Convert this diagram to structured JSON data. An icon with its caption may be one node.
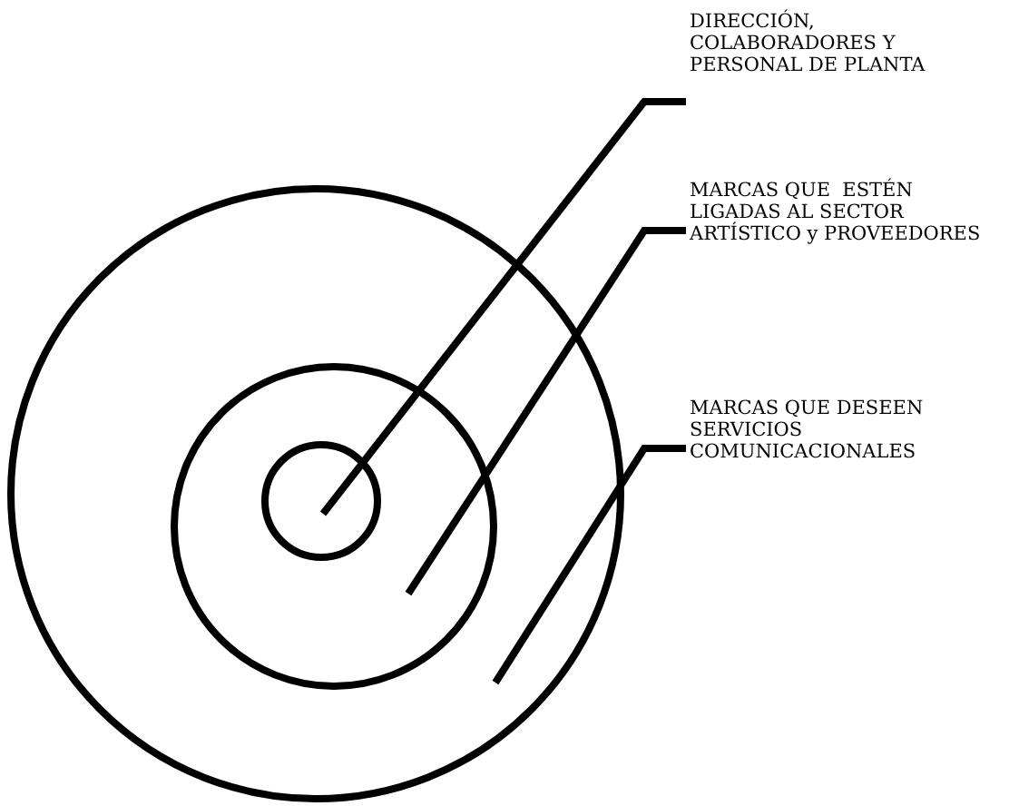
{
  "diagram": {
    "nodes": [
      {
        "text": [],
        "shape": "circle"
      },
      {
        "text": [],
        "shape": "circle",
        "in": 0
      },
      {
        "text": [],
        "shape": "circle",
        "in": 1
      },
      {
        "text": [
          "DIRECCIÓN, COLABORADORES Y PERSONAL DE PLANTA"
        ]
      },
      {
        "text": [
          "MARCAS QUE  ESTÉN LIGADAS AL SECTOR ARTÍSTICO y PROVEEDORES"
        ]
      },
      {
        "text": [
          "MARCAS QUE DESEEN SERVICIOS COMUNICACIONALES"
        ]
      }
    ],
    "edges": [
      {
        "from": 3,
        "to": 2,
        "arrow": "none"
      },
      {
        "from": 4,
        "to": 1,
        "arrow": "none"
      },
      {
        "from": 5,
        "to": 0,
        "arrow": "none"
      }
    ]
  }
}
